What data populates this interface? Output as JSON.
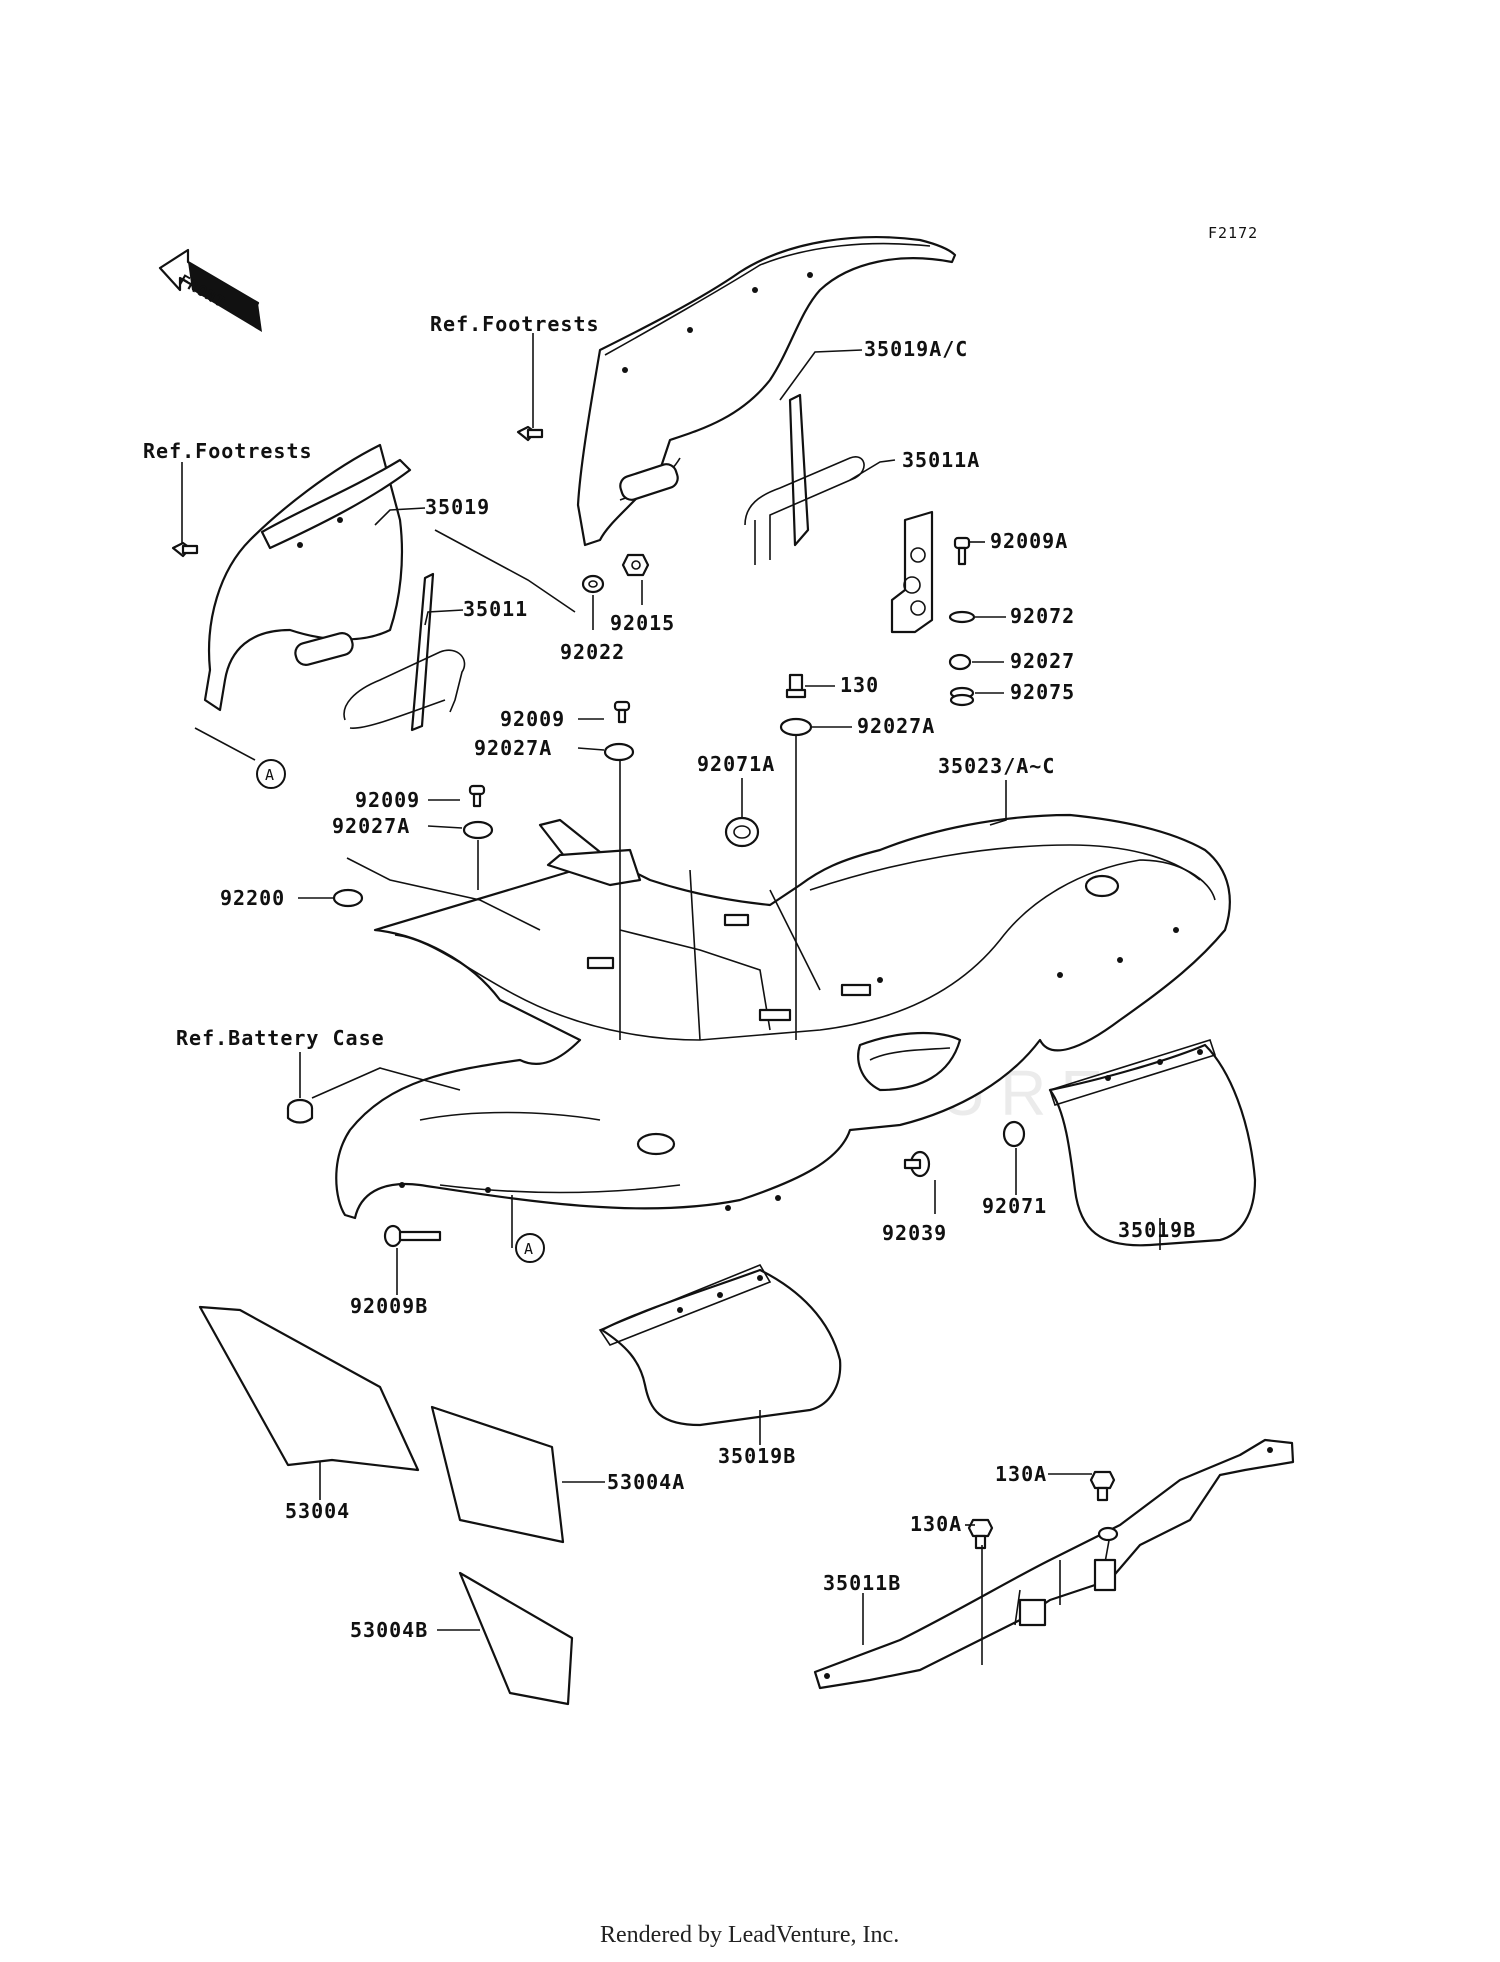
{
  "figure_id": "F2172",
  "front_arrow": "FRONT",
  "watermark": "LEADVENTURE",
  "footer": "Rendered by LeadVenture, Inc.",
  "callouts": {
    "ref_footrests_1": "Ref.Footrests",
    "ref_footrests_2": "Ref.Footrests",
    "ref_battery_case": "Ref.Battery Case",
    "c35019ac": "35019A/C",
    "c35011a": "35011A",
    "c35019": "35019",
    "c35011": "35011",
    "c92022": "92022",
    "c92015": "92015",
    "c92009a": "92009A",
    "c92072": "92072",
    "c92027": "92027",
    "c92075": "92075",
    "c130": "130",
    "c92027a_top": "92027A",
    "c92009_1": "92009",
    "c92027a_1": "92027A",
    "c92071a": "92071A",
    "c35023": "35023/A~C",
    "c92009_2": "92009",
    "c92027a_2": "92027A",
    "c92200": "92200",
    "c92039": "92039",
    "c92071": "92071",
    "c35019b_right": "35019B",
    "c92009b": "92009B",
    "c35019b_front": "35019B",
    "c53004": "53004",
    "c53004a": "53004A",
    "c53004b": "53004B",
    "c130a_1": "130A",
    "c130a_2": "130A",
    "c35011b": "35011B",
    "marker_a_1": "A",
    "marker_a_2": "A"
  }
}
